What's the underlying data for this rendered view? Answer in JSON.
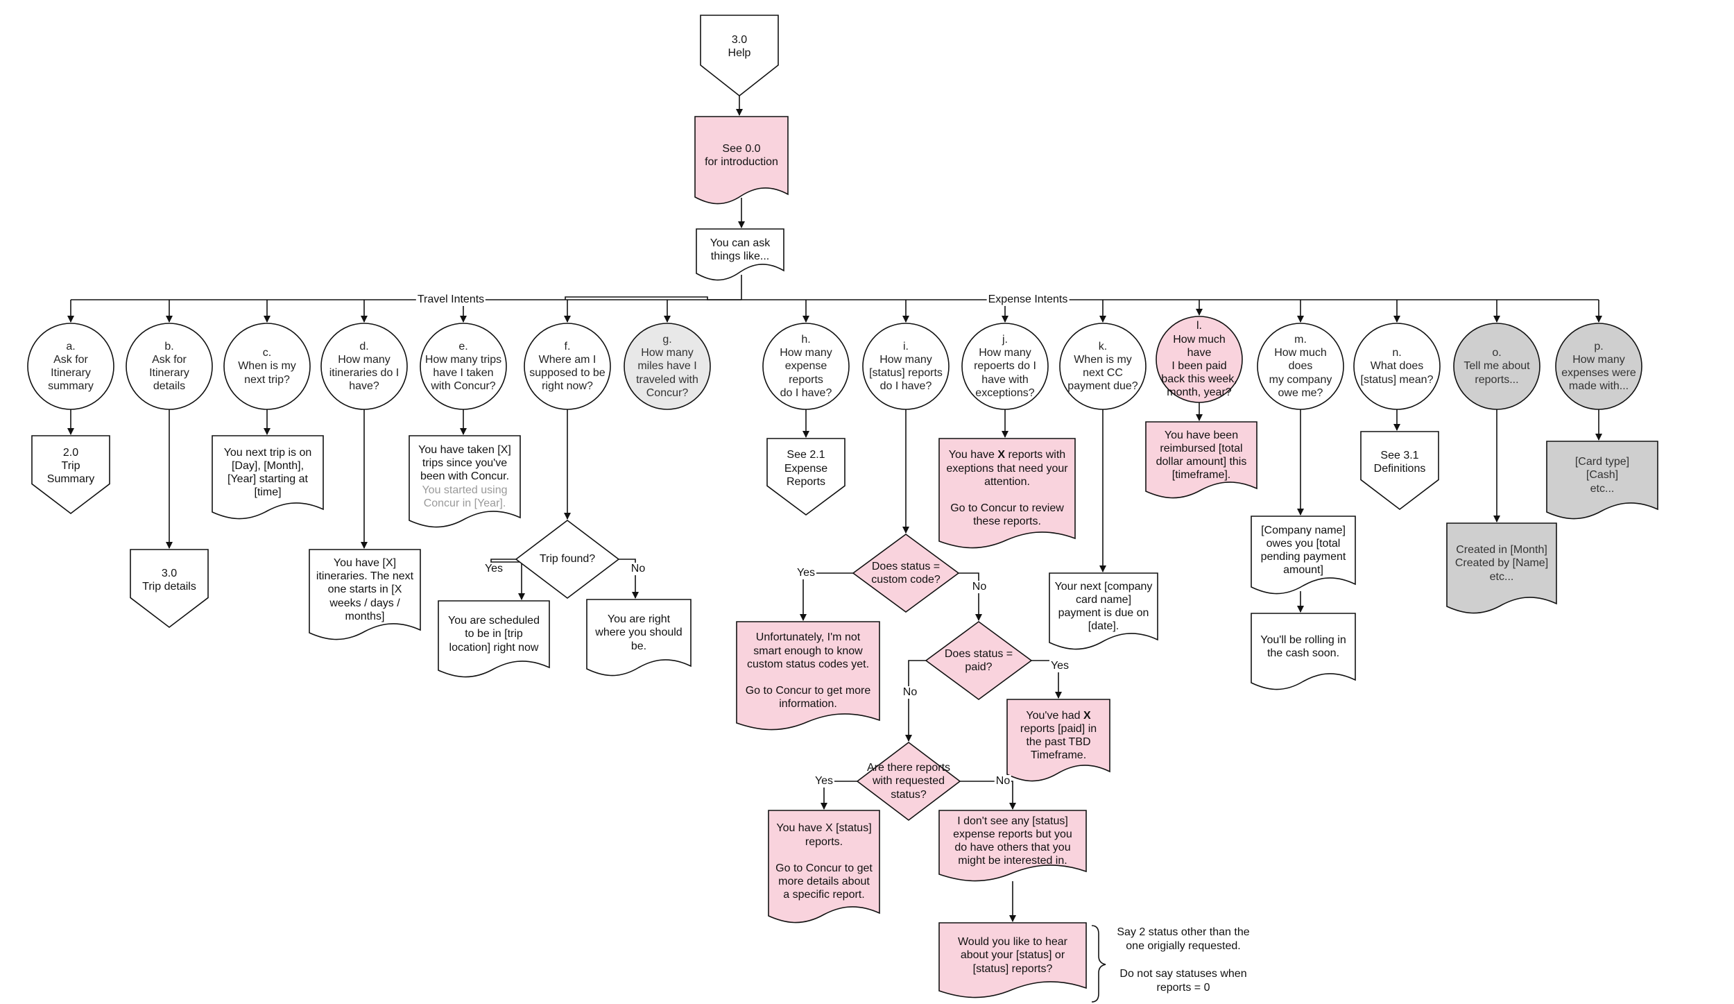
{
  "colors": {
    "pink": "#f9d3dd",
    "gray": "#cfcfcf",
    "lightgray": "#e8e8e8",
    "white": "#ffffff",
    "stroke": "#111111"
  },
  "nodes": {
    "help": {
      "text": [
        "3.0",
        "Help"
      ],
      "style": "white"
    },
    "see00": {
      "text": [
        "See 0.0",
        "for introduction"
      ],
      "style": "pink"
    },
    "canask": {
      "text": [
        "You can ask",
        "things like..."
      ],
      "style": "white"
    },
    "a": {
      "text": [
        "a.",
        "Ask for Itinerary",
        "summary"
      ],
      "style": "white"
    },
    "b": {
      "text": [
        "b.",
        "Ask for Itinerary",
        "details"
      ],
      "style": "white"
    },
    "c": {
      "text": [
        "c.",
        "When is my",
        "next trip?"
      ],
      "style": "white"
    },
    "d": {
      "text": [
        "d.",
        "How many",
        "itineraries do I",
        "have?"
      ],
      "style": "white"
    },
    "e": {
      "text": [
        "e.",
        "How many trips",
        "have I taken",
        "with Concur?"
      ],
      "style": "white"
    },
    "f": {
      "text": [
        "f.",
        "Where am I",
        "supposed to be",
        "right now?"
      ],
      "style": "white"
    },
    "g": {
      "text": [
        "g.",
        "How many",
        "miles have I",
        "traveled with",
        "Concur?"
      ],
      "style": "lightgray"
    },
    "h": {
      "text": [
        "h.",
        "How many",
        "expense reports",
        "do I have?"
      ],
      "style": "white"
    },
    "i": {
      "text": [
        "i.",
        "How many",
        "[status] reports",
        "do I have?"
      ],
      "style": "white"
    },
    "j": {
      "text": [
        "j.",
        "How many",
        "repoerts do I",
        "have with",
        "exceptions?"
      ],
      "style": "white"
    },
    "k": {
      "text": [
        "k.",
        "When is my",
        "next CC",
        "payment due?"
      ],
      "style": "white"
    },
    "l": {
      "text": [
        "l.",
        "How much have",
        "I been paid",
        "back this week,",
        "month, year?"
      ],
      "style": "pink"
    },
    "m": {
      "text": [
        "m.",
        "How much does",
        "my company",
        "owe me?"
      ],
      "style": "white"
    },
    "n": {
      "text": [
        "n.",
        "What does",
        "[status] mean?"
      ],
      "style": "white"
    },
    "o": {
      "text": [
        "o.",
        "Tell me about",
        "reports..."
      ],
      "style": "gray"
    },
    "p": {
      "text": [
        "p.",
        "How many",
        "expenses were",
        "made with..."
      ],
      "style": "gray"
    },
    "a_out": {
      "text": [
        "2.0",
        "Trip",
        "Summary"
      ],
      "style": "white"
    },
    "b_out": {
      "text": [
        "3.0",
        "Trip details"
      ],
      "style": "white"
    },
    "c_out": {
      "text": [
        "You next trip is on",
        "[Day], [Month],",
        "[Year] starting at",
        "[time]"
      ],
      "style": "white"
    },
    "d_out": {
      "text": [
        "You have [X]",
        "itineraries. The next",
        "one starts in [X",
        "weeks / days /",
        "months]"
      ],
      "style": "white"
    },
    "e_out": {
      "text": [
        "You have taken [X]",
        "trips since you've",
        "been with Concur."
      ],
      "gray_text": [
        "You started using",
        "Concur in [Year]."
      ],
      "style": "white"
    },
    "f_dec": {
      "text": [
        "Trip found?"
      ],
      "style": "white"
    },
    "f_yes": {
      "text": [
        "You are scheduled",
        "to be in [trip",
        "location] right now"
      ],
      "style": "white"
    },
    "f_no": {
      "text": [
        "You are right",
        "where you should",
        "be."
      ],
      "style": "white"
    },
    "h_out": {
      "text": [
        "See 2.1",
        "Expense",
        "Reports"
      ],
      "style": "white"
    },
    "i_dec1": {
      "text": [
        "Does status =",
        "custom code?"
      ],
      "style": "pink"
    },
    "i_yes1": {
      "text": [
        "Unfortunately, I'm not",
        "smart enough to know",
        "custom status codes yet.",
        "",
        "Go to Concur to get more",
        "information."
      ],
      "style": "pink"
    },
    "i_dec2": {
      "text": [
        "Does status =",
        "paid?"
      ],
      "style": "pink"
    },
    "i_paid": {
      "text_html": true,
      "text": [
        "You've had X",
        "reports [paid] in",
        "the past TBD",
        "Timeframe."
      ],
      "style": "pink"
    },
    "i_dec3": {
      "text": [
        "Are there reports",
        "with requested",
        "status?"
      ],
      "style": "pink"
    },
    "i_yes3": {
      "text": [
        "You have X [status]",
        "reports.",
        "",
        "Go to Concur to get",
        "more details about",
        "a specific report."
      ],
      "style": "pink"
    },
    "i_no3": {
      "text": [
        "I don't see any [status]",
        "expense reports but you",
        "do have others that you",
        "might be interested in."
      ],
      "style": "pink"
    },
    "i_hear": {
      "text": [
        "Would you like to hear",
        "about your [status] or",
        "[status] reports?"
      ],
      "style": "pink"
    },
    "j_out": {
      "text": [
        "You have X reports with",
        "exeptions that need your",
        "attention.",
        "",
        "Go to Concur to review",
        "these reports."
      ],
      "style": "pink"
    },
    "k_out": {
      "text": [
        "Your next [company",
        "card name]",
        "payment is due on",
        "[date]."
      ],
      "style": "white"
    },
    "l_out": {
      "text": [
        "You have been",
        "reimbursed [total",
        "dollar amount] this",
        "[timeframe]."
      ],
      "style": "pink"
    },
    "m_out1": {
      "text": [
        "[Company name]",
        "owes you [total",
        "pending payment",
        "amount]"
      ],
      "style": "white"
    },
    "m_out2": {
      "text": [
        "You'll be rolling in",
        "the cash soon."
      ],
      "style": "white"
    },
    "n_out": {
      "text": [
        "See 3.1",
        "Definitions"
      ],
      "style": "white"
    },
    "o_out": {
      "text": [
        "Created in [Month]",
        "Created by [Name]",
        "etc..."
      ],
      "style": "gray"
    },
    "p_out": {
      "text": [
        "[Card type]",
        "[Cash]",
        "etc..."
      ],
      "style": "gray"
    }
  },
  "edge_labels": {
    "travel_intents": "Travel Intents",
    "expense_intents": "Expense Intents",
    "f_yes": "Yes",
    "f_no": "No",
    "i1_yes": "Yes",
    "i1_no": "No",
    "i2_yes": "Yes",
    "i2_no": "No",
    "i3_yes": "Yes",
    "i3_no": "No"
  },
  "note": [
    "Say 2 status other than the",
    "one origially requested.",
    "",
    "Do not say statuses when",
    "reports = 0"
  ]
}
